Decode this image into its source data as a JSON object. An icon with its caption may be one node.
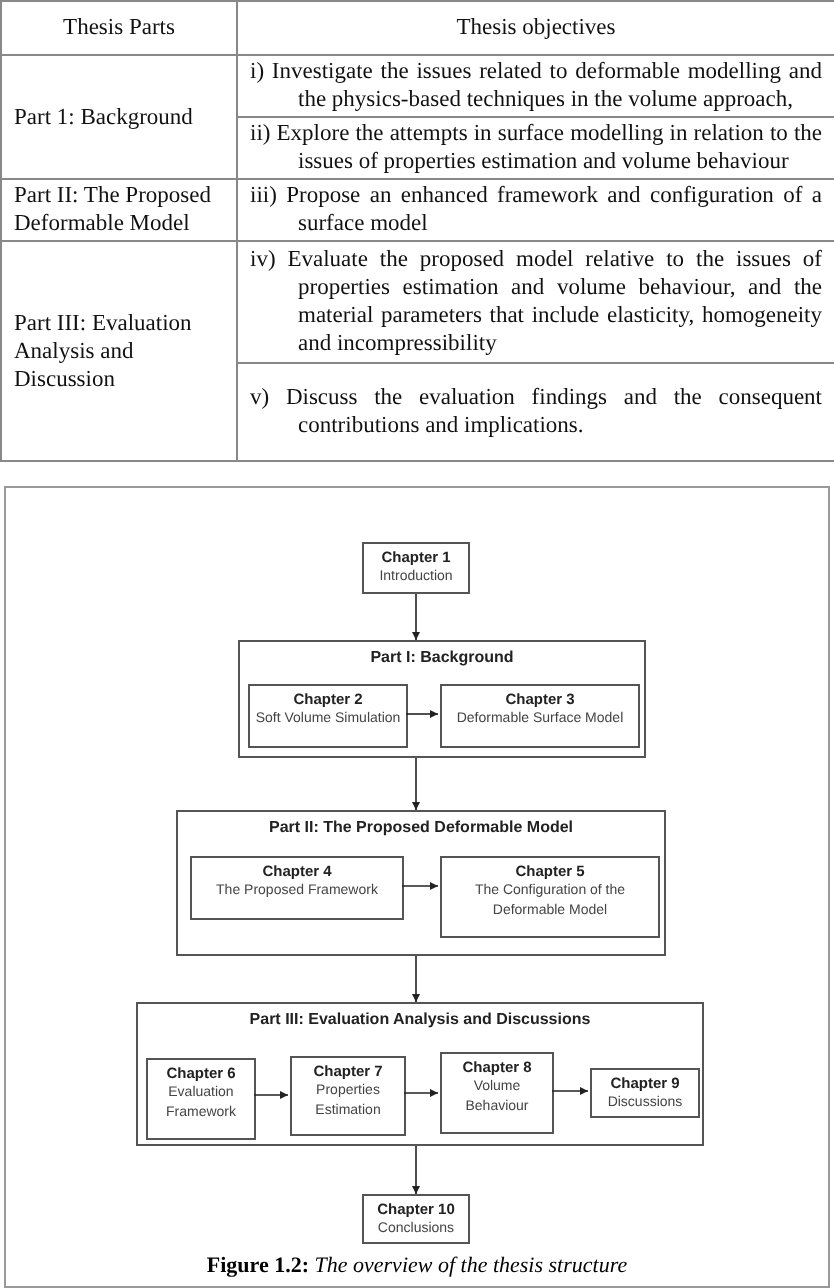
{
  "diagram": {
    "caption": "**Figure 1.2:** *The overview of the thesis structure*",
    "nodes": [
      {
        "text": [
          "Chapter 1",
          "Introduction"
        ]
      },
      {
        "text": [
          "Part I: Background"
        ]
      },
      {
        "text": [
          "Chapter 2",
          "Soft Volume Simulation"
        ],
        "in": 1
      },
      {
        "text": [
          "Chapter 3",
          "Deformable Surface Model"
        ],
        "in": 1
      },
      {
        "text": [
          "Part II: The Proposed Deformable Model"
        ]
      },
      {
        "text": [
          "Chapter 4",
          "The Proposed Framework"
        ],
        "in": 4
      },
      {
        "text": [
          "Chapter 5",
          "The Configuration of the Deformable Model"
        ],
        "in": 4
      },
      {
        "text": [
          "Part III: Evaluation Analysis and Discussions"
        ]
      },
      {
        "text": [
          "Chapter 6",
          "Evaluation Framework"
        ],
        "in": 7
      },
      {
        "text": [
          "Chapter 7",
          "Properties Estimation"
        ],
        "in": 7
      },
      {
        "text": [
          "Chapter 8",
          "Volume Behaviour"
        ],
        "in": 7
      },
      {
        "text": [
          "Chapter 9",
          "Discussions"
        ],
        "in": 7
      },
      {
        "text": [
          "Chapter 10",
          "Conclusions"
        ]
      }
    ],
    "edges": [
      {
        "from": 0,
        "to": 1,
        "arrow": "to"
      },
      {
        "from": 2,
        "to": 3,
        "arrow": "to"
      },
      {
        "from": 1,
        "to": 4,
        "arrow": "to"
      },
      {
        "from": 5,
        "to": 6,
        "arrow": "to"
      },
      {
        "from": 4,
        "to": 7,
        "arrow": "to"
      },
      {
        "from": 8,
        "to": 9,
        "arrow": "to"
      },
      {
        "from": 9,
        "to": 10,
        "arrow": "to"
      },
      {
        "from": 10,
        "to": 11,
        "arrow": "to"
      },
      {
        "from": 7,
        "to": 12,
        "arrow": "to"
      }
    ],
    "labels": [
      "Thesis Parts",
      "Thesis objectives",
      "Part 1: Background",
      "i) Investigate the issues related to deformable modelling and the physics-based techniques in the volume approach,",
      "ii) Explore the attempts in surface modelling in relation to the issues of properties estimation and volume behaviour",
      "Part II: The Proposed Deformable Model",
      "iii) Propose an enhanced framework and configuration of a surface model",
      "Part III: Evaluation Analysis and Discussion",
      "iv) Evaluate the proposed model relative to the issues of properties estimation and volume behaviour, and the material parameters that include elasticity, homogeneity and incompressibility",
      "v) Discuss the evaluation findings and the consequent contributions and implications."
    ]
  }
}
